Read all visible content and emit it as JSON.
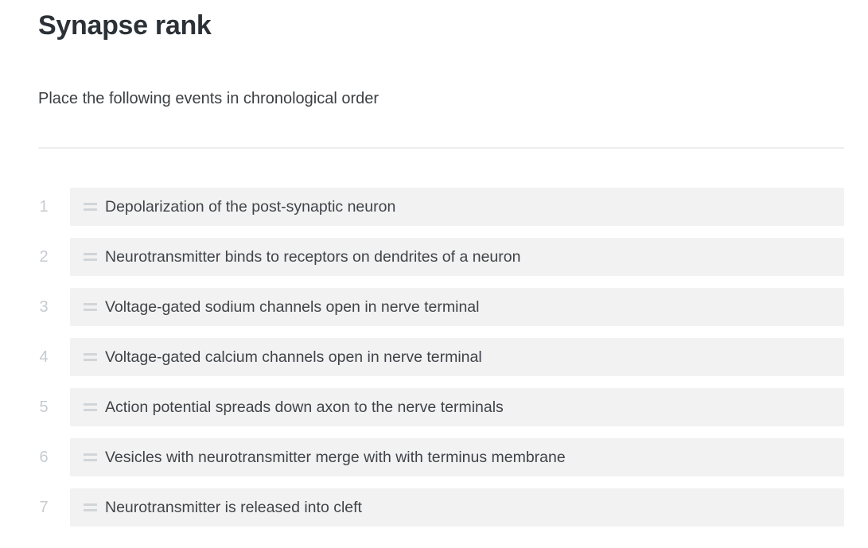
{
  "header": {
    "title": "Synapse rank",
    "instructions": "Place the following events in chronological order"
  },
  "colors": {
    "title": "#2b3137",
    "subtitle": "#3c4043",
    "row_background": "#f2f2f3",
    "row_text": "#404448",
    "index_text": "#c7cbcf",
    "handle": "#d2d5d8",
    "divider": "#eeeeef",
    "page_background": "#ffffff"
  },
  "list": {
    "handle_icon": "drag-handle-icon",
    "items": [
      {
        "index": "1",
        "label": "Depolarization of the post-synaptic neuron"
      },
      {
        "index": "2",
        "label": "Neurotransmitter binds to receptors on dendrites of a neuron"
      },
      {
        "index": "3",
        "label": "Voltage-gated sodium channels open in nerve terminal"
      },
      {
        "index": "4",
        "label": "Voltage-gated calcium channels open in nerve terminal"
      },
      {
        "index": "5",
        "label": "Action potential spreads down axon to the nerve terminals"
      },
      {
        "index": "6",
        "label": "Vesicles with neurotransmitter merge with with terminus membrane"
      },
      {
        "index": "7",
        "label": "Neurotransmitter is released into cleft"
      }
    ]
  }
}
